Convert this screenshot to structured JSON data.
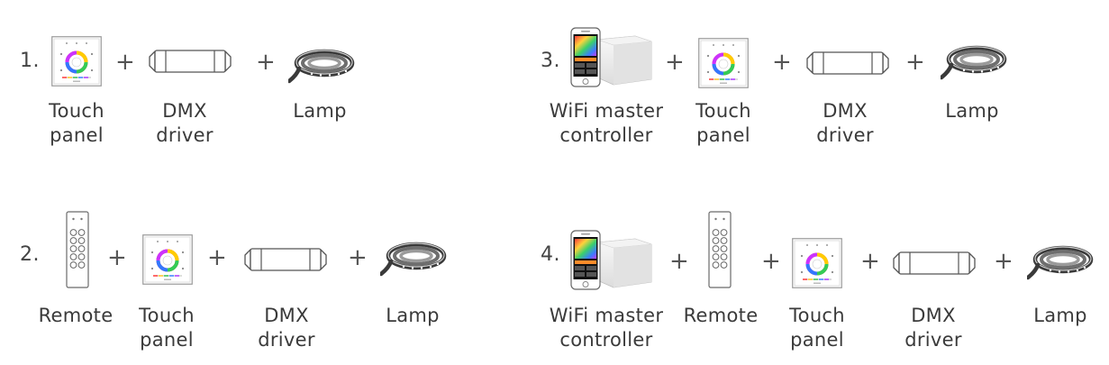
{
  "symbols": {
    "plus": "+"
  },
  "schemes": [
    {
      "number": "1.",
      "items": [
        {
          "icon": "touch-panel-icon",
          "label": [
            "Touch",
            "panel"
          ]
        },
        {
          "icon": "dmx-driver-icon",
          "label": [
            "DMX",
            "driver"
          ]
        },
        {
          "icon": "led-strip-lamp-icon",
          "label": [
            "Lamp"
          ]
        }
      ]
    },
    {
      "number": "2.",
      "items": [
        {
          "icon": "remote-icon",
          "label": [
            "Remote"
          ]
        },
        {
          "icon": "touch-panel-icon",
          "label": [
            "Touch",
            "panel"
          ]
        },
        {
          "icon": "dmx-driver-icon",
          "label": [
            "DMX",
            "driver"
          ]
        },
        {
          "icon": "led-strip-lamp-icon",
          "label": [
            "Lamp"
          ]
        }
      ]
    },
    {
      "number": "3.",
      "items": [
        {
          "icon": "wifi-master-controller-icon",
          "label": [
            "WiFi master",
            "controller"
          ]
        },
        {
          "icon": "touch-panel-icon",
          "label": [
            "Touch",
            "panel"
          ]
        },
        {
          "icon": "dmx-driver-icon",
          "label": [
            "DMX",
            "driver"
          ]
        },
        {
          "icon": "led-strip-lamp-icon",
          "label": [
            "Lamp"
          ]
        }
      ]
    },
    {
      "number": "4.",
      "items": [
        {
          "icon": "wifi-master-controller-icon",
          "label": [
            "WiFi master",
            "controller"
          ]
        },
        {
          "icon": "remote-icon",
          "label": [
            "Remote"
          ]
        },
        {
          "icon": "touch-panel-icon",
          "label": [
            "Touch",
            "panel"
          ]
        },
        {
          "icon": "dmx-driver-icon",
          "label": [
            "DMX",
            "driver"
          ]
        },
        {
          "icon": "led-strip-lamp-icon",
          "label": [
            "Lamp"
          ]
        }
      ]
    }
  ]
}
